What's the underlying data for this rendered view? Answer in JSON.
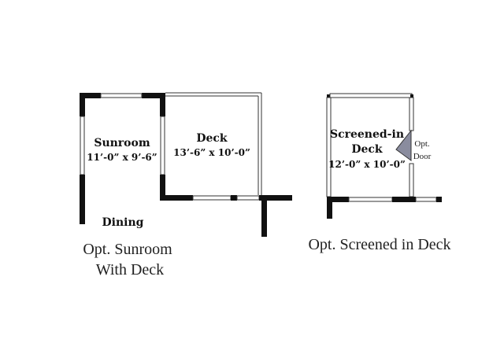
{
  "plans": {
    "sunroom_deck": {
      "sunroom_name": "Sunroom",
      "sunroom_dims": "11’-0” x 9’-6”",
      "deck_name": "Deck",
      "deck_dims": "13’-6” x 10’-0”",
      "dining_label": "Dining",
      "caption_line1": "Opt. Sunroom",
      "caption_line2": "With Deck"
    },
    "screened_deck": {
      "room_name_line1": "Screened-in",
      "room_name_line2": "Deck",
      "room_dims": "12’-0” x 10’-0”",
      "door_label_line1": "Opt.",
      "door_label_line2": "Door",
      "caption": "Opt. Screened in Deck"
    }
  },
  "colors": {
    "wall": "#111111",
    "door": "#8a8c9e"
  }
}
